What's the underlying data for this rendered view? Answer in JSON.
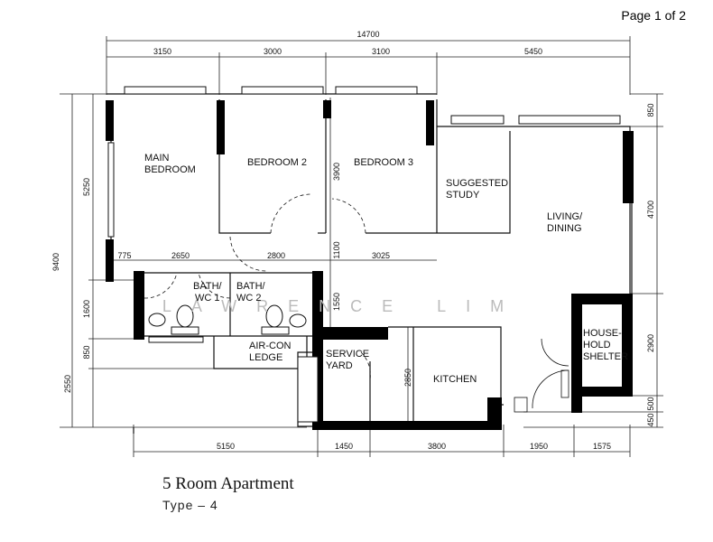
{
  "page_info": "Page 1 of 2",
  "title": "5 Room Apartment",
  "subtitle": "Type  –  4",
  "watermark": "LAWRENCE LIM",
  "rooms": {
    "main_bedroom": [
      "MAIN",
      "BEDROOM"
    ],
    "bedroom2": "BEDROOM 2",
    "bedroom3": "BEDROOM 3",
    "study": [
      "SUGGESTED",
      "STUDY"
    ],
    "living": [
      "LIVING/",
      "DINING"
    ],
    "bath1": [
      "BATH/",
      "WC 1"
    ],
    "bath2": [
      "BATH/",
      "WC 2"
    ],
    "aircon": [
      "AIR-CON",
      "LEDGE"
    ],
    "service": [
      "SERVICE",
      "YARD"
    ],
    "kitchen": "KITCHEN",
    "shelter": [
      "HOUSE-",
      "HOLD",
      "SHELTER"
    ]
  },
  "dimensions": {
    "top_total": "14700",
    "top": [
      "3150",
      "3000",
      "3100",
      "5450"
    ],
    "mid": [
      "775",
      "2650",
      "2800",
      "3025"
    ],
    "bottom": [
      "5150",
      "1450",
      "3800",
      "1950",
      "1575"
    ],
    "left_total": "9400",
    "left_upper": "5250",
    "left_mid": "1600",
    "left_lower": "2550",
    "left_ledge": "850",
    "right": [
      "850",
      "4700",
      "2900",
      "500",
      "450"
    ],
    "inner_bedroom3": "3900",
    "inner_1100": "1100",
    "inner_1550": "1550",
    "inner_kitchen": "2850"
  }
}
